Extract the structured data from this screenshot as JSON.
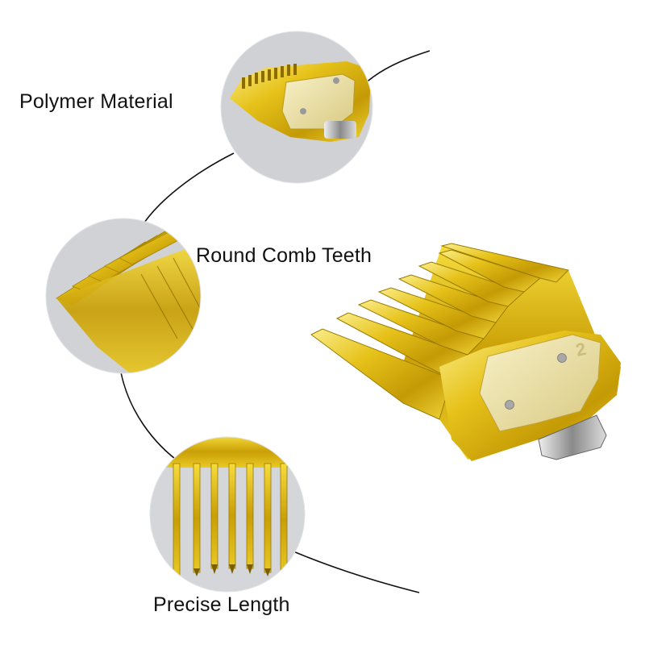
{
  "labels": {
    "polymer": "Polymer Material",
    "round": "Round Comb Teeth",
    "precise": "Precise Length"
  },
  "guard": {
    "number": "2"
  },
  "colors": {
    "gold_light": "#f7e25a",
    "gold": "#d8b20c",
    "gold_dark": "#9a7a00",
    "plate": "#efe6b2",
    "bubble": "#d6d8dc",
    "line": "#111111"
  }
}
